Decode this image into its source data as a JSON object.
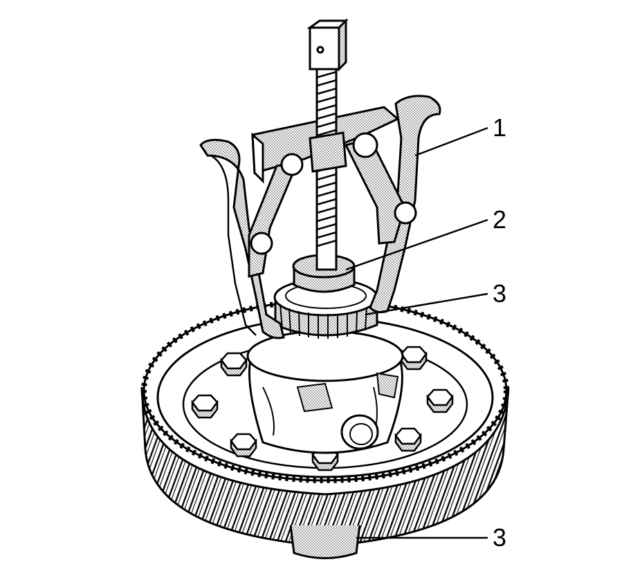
{
  "diagram": {
    "callouts": [
      {
        "id": "puller",
        "label": "1"
      },
      {
        "id": "pilot",
        "label": "2"
      },
      {
        "id": "bearing-upper",
        "label": "3"
      },
      {
        "id": "bearing-lower",
        "label": "3"
      }
    ]
  },
  "colors": {
    "ink": "#000000",
    "paper": "#ffffff",
    "stipple": "#8a8a8a"
  }
}
